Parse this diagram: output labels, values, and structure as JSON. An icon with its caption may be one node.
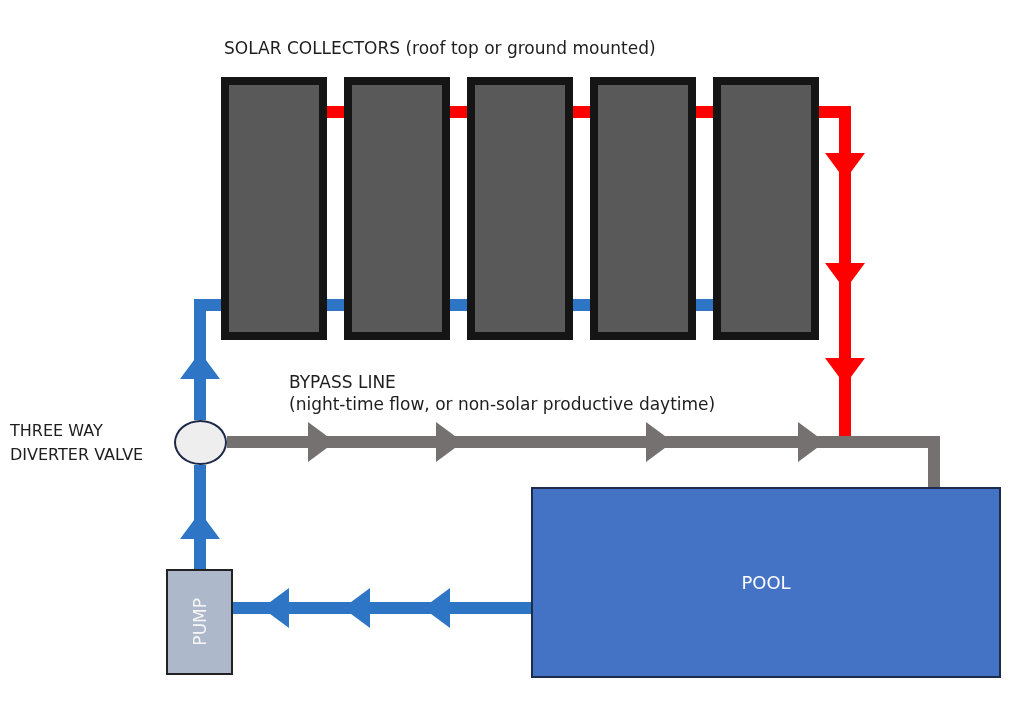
{
  "diagram": {
    "nodes": [
      {
        "text": [],
        "shape": "box"
      },
      {
        "text": [],
        "shape": "box"
      },
      {
        "text": [],
        "shape": "box"
      },
      {
        "text": [],
        "shape": "box"
      },
      {
        "text": [],
        "shape": "box"
      },
      {
        "text": [],
        "shape": "circle",
        "beside": [
          "THREE WAY DIVERTER VALVE"
        ]
      },
      {
        "text": [
          "PUMP"
        ]
      },
      {
        "text": [
          "POOL"
        ]
      }
    ],
    "edges": [
      {
        "from": 7,
        "to": 6,
        "arrow": "to"
      },
      {
        "from": 6,
        "to": 5,
        "arrow": "to"
      },
      {
        "from": 5,
        "to": 0,
        "arrow": "to"
      },
      {
        "from": 0,
        "to": 1,
        "arrow": "none"
      },
      {
        "from": 1,
        "to": 2,
        "arrow": "none"
      },
      {
        "from": 2,
        "to": 3,
        "arrow": "none"
      },
      {
        "from": 3,
        "to": 4,
        "arrow": "none"
      },
      {
        "from": 0,
        "to": 1,
        "arrow": "none",
        "color": "#ff0000"
      },
      {
        "from": 1,
        "to": 2,
        "arrow": "none",
        "color": "#ff0000"
      },
      {
        "from": 2,
        "to": 3,
        "arrow": "none",
        "color": "#ff0000"
      },
      {
        "from": 3,
        "to": 4,
        "arrow": "none",
        "color": "#ff0000"
      },
      {
        "from": 4,
        "to": 7,
        "arrow": "to",
        "color": "#ff0000"
      },
      {
        "from": 5,
        "to": 7,
        "arrow": "to",
        "color": "#767171",
        "label": "BYPASS LINE (night-time flow, or non-solar productive daytime)"
      }
    ],
    "labels": [
      "SOLAR COLLECTORS (roof top or ground mounted)"
    ]
  }
}
